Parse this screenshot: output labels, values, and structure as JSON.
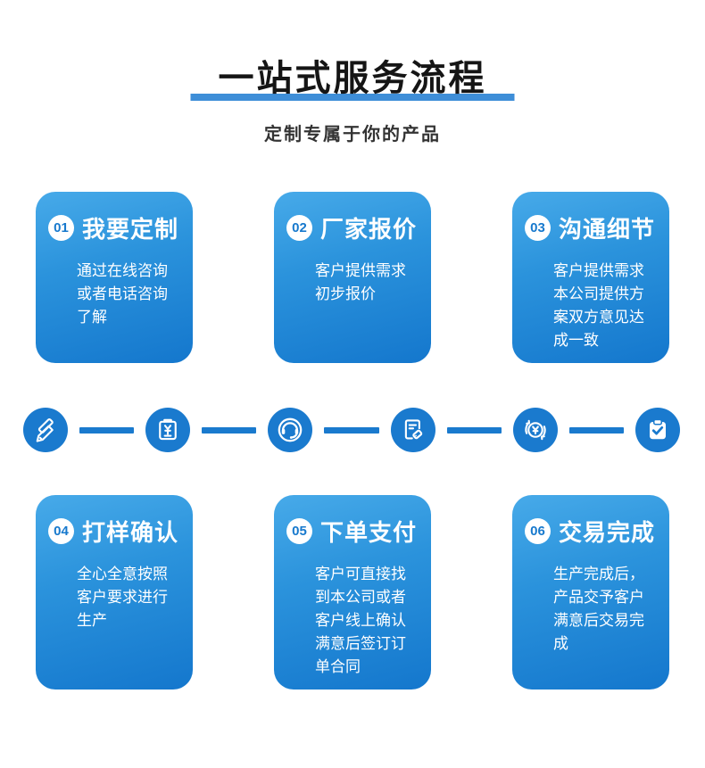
{
  "header": {
    "title": "一站式服务流程",
    "subtitle": "定制专属于你的产品"
  },
  "colors": {
    "accent_blue": "#1a7ace",
    "underline_blue": "#3e8ed8",
    "card_gradient_top": "#47aae9",
    "card_gradient_bottom": "#1477cd",
    "card_text": "#ffffff",
    "badge_text": "#1779cd",
    "title_text": "#151515",
    "subtitle_text": "#333333"
  },
  "steps": [
    {
      "number": "01",
      "title": "我要定制",
      "description": "通过在线咨询或者电话咨询了解",
      "icon": "pencil-ruler-icon"
    },
    {
      "number": "02",
      "title": "厂家报价",
      "description": "客户提供需求初步报价",
      "icon": "invoice-yen-icon"
    },
    {
      "number": "03",
      "title": "沟通细节",
      "description": "客户提供需求本公司提供方案双方意见达成一致",
      "icon": "headset-service-icon"
    },
    {
      "number": "04",
      "title": "打样确认",
      "description": "全心全意按照客户要求进行生产",
      "icon": "document-tag-icon"
    },
    {
      "number": "05",
      "title": "下单支付",
      "description": "客户可直接找到本公司或者客户线上确认满意后签订订单合同",
      "icon": "yen-exchange-icon"
    },
    {
      "number": "06",
      "title": "交易完成",
      "description": "生产完成后，产品交予客户满意后交易完成",
      "icon": "clipboard-check-icon"
    }
  ],
  "icon_row": {
    "icons": [
      "pencil-ruler-icon",
      "invoice-yen-icon",
      "headset-service-icon",
      "document-tag-icon",
      "yen-exchange-icon",
      "clipboard-check-icon"
    ]
  }
}
